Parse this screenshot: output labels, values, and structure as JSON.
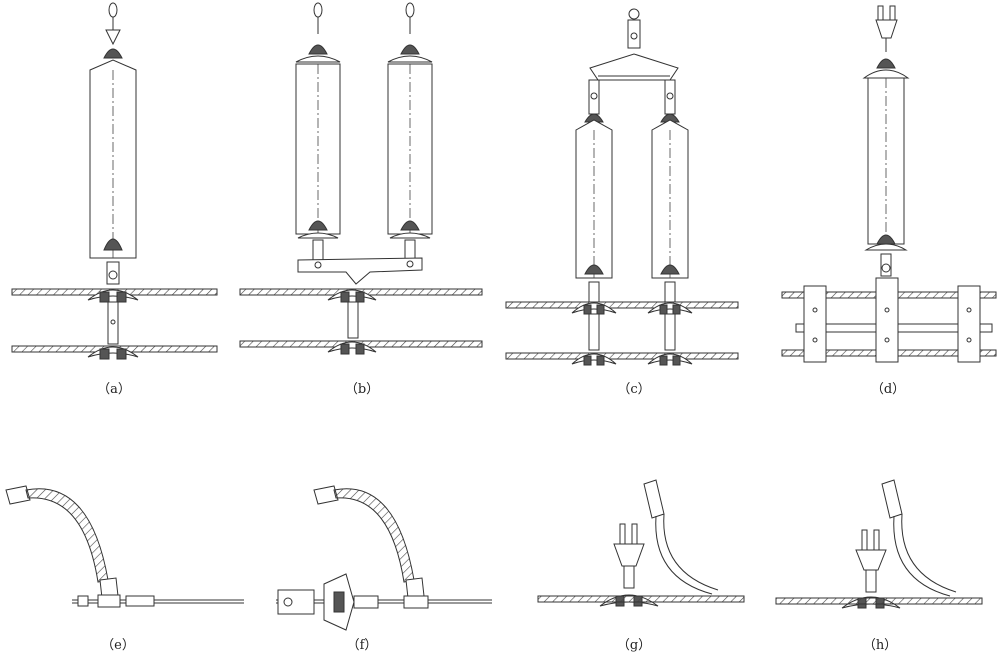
{
  "figure": {
    "captions": {
      "a": "（a）",
      "b": "（b）",
      "c": "（c）",
      "d": "（d）",
      "e": "（e）",
      "f": "（f）",
      "g": "（g）",
      "h": "（h）"
    }
  }
}
